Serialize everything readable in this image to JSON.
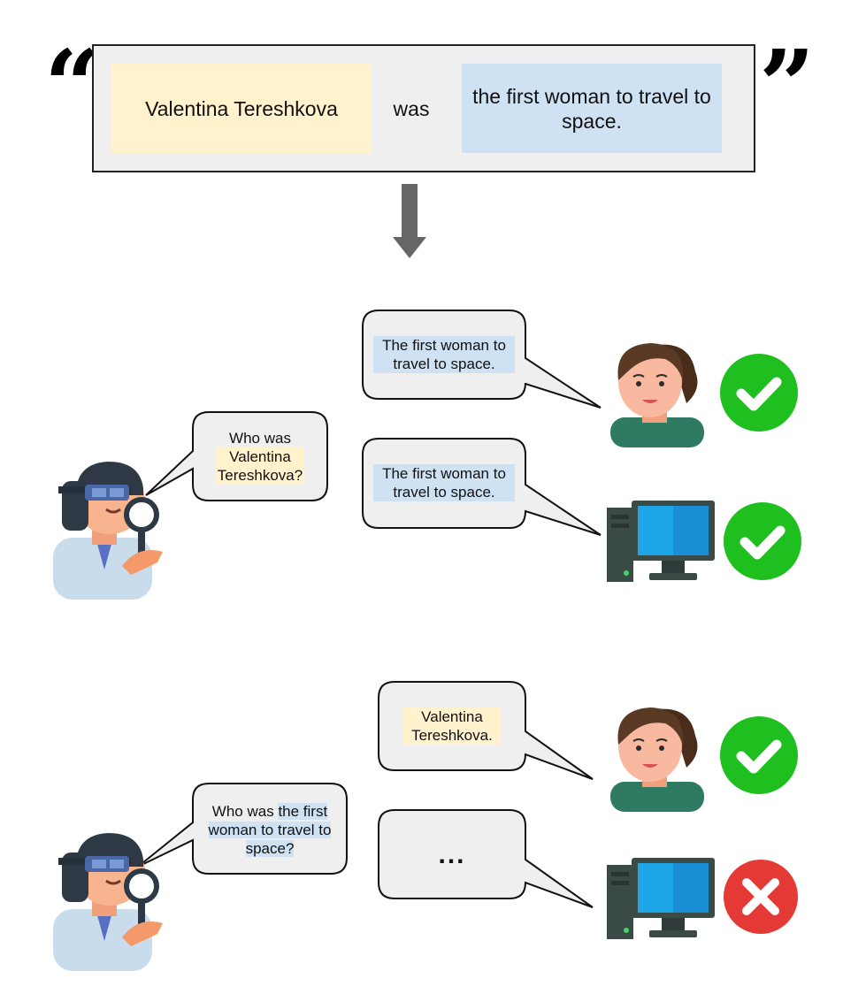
{
  "statement": {
    "subject": "Valentina Tereshkova",
    "verb": "was",
    "object": "the first woman to travel to space."
  },
  "quotes": {
    "open": "“",
    "close": "”"
  },
  "scenario1": {
    "question": {
      "line1": "Who was",
      "highlight": "Valentina Tereshkova?"
    },
    "human_answer": "The first woman to travel to space.",
    "machine_answer": "The first woman to travel to space.",
    "human_result": "check-icon",
    "machine_result": "check-icon"
  },
  "scenario2": {
    "question": {
      "prefix": "Who was",
      "highlight": "the first woman to travel to space?"
    },
    "human_answer": "Valentina Tereshkova.",
    "machine_answer": "...",
    "human_result": "check-icon",
    "machine_result": "cross-icon"
  },
  "colors": {
    "subject_highlight": "#fff2cc",
    "object_highlight": "#cfe2f3",
    "correct": "#1fbf1f",
    "wrong": "#e53935",
    "arrow": "#666666",
    "box_bg": "#efefef"
  }
}
